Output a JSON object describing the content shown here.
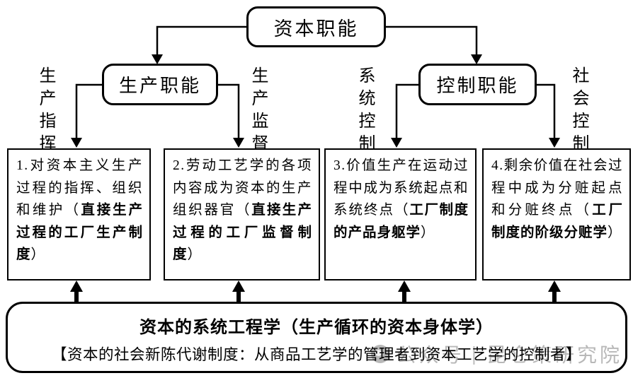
{
  "colors": {
    "ink": "#000000",
    "background": "#ffffff",
    "watermark_gray": "#b8b8b8"
  },
  "root": {
    "label": "资本职能"
  },
  "branches": [
    {
      "label": "生产职能"
    },
    {
      "label": "控制职能"
    }
  ],
  "side_labels": [
    {
      "text": "生产指挥"
    },
    {
      "text": "生产监督"
    },
    {
      "text": "系统控制"
    },
    {
      "text": "社会控制"
    }
  ],
  "items": [
    {
      "prefix": "1.对资本主义生产过程的指挥、组织和维护（",
      "bold": "直接生产过程的工厂生产制度",
      "suffix": "）"
    },
    {
      "prefix": "2.劳动工艺学的各项内容成为资本的生产组织器官（",
      "bold": "直接生产过程的工厂监督制度",
      "suffix": "）"
    },
    {
      "prefix": "3.价值生产在运动过程中成为系统起点和系统终点（",
      "bold": "工厂制度的产品身躯学",
      "suffix": "）"
    },
    {
      "prefix": "4.剩余价值在社会过程中成为分赃起点和分赃终点（",
      "bold": "工厂制度的阶级分赃学",
      "suffix": "）"
    }
  ],
  "bottom": {
    "title": "资本的系统工程学（生产循环的资本身体学）",
    "subtitle": "【资本的社会新陈代谢制度：从商品工艺学的管理者到资本工艺学的控制者】"
  },
  "watermark": {
    "account_label": "公众号",
    "separator": "|",
    "account_name": "昆仑策研究院"
  }
}
